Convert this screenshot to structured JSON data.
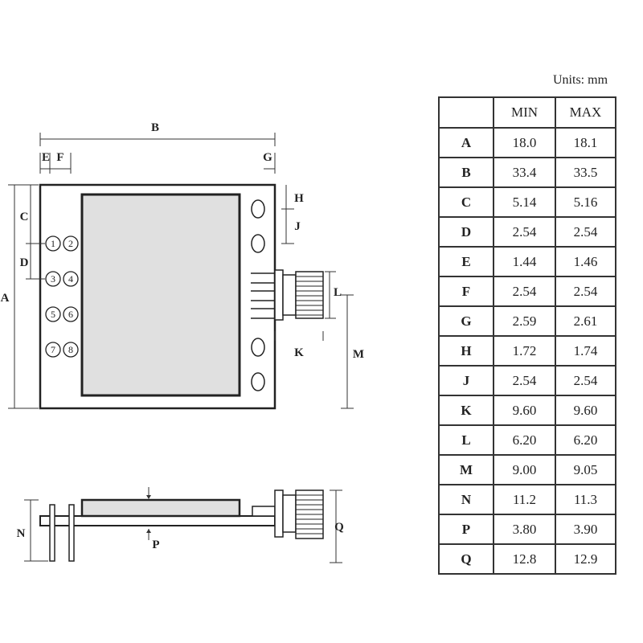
{
  "units_label": "Units: mm",
  "table": {
    "headers": [
      "",
      "MIN",
      "MAX"
    ],
    "rows": [
      {
        "label": "A",
        "min": "18.0",
        "max": "18.1"
      },
      {
        "label": "B",
        "min": "33.4",
        "max": "33.5"
      },
      {
        "label": "C",
        "min": "5.14",
        "max": "5.16"
      },
      {
        "label": "D",
        "min": "2.54",
        "max": "2.54"
      },
      {
        "label": "E",
        "min": "1.44",
        "max": "1.46"
      },
      {
        "label": "F",
        "min": "2.54",
        "max": "2.54"
      },
      {
        "label": "G",
        "min": "2.59",
        "max": "2.61"
      },
      {
        "label": "H",
        "min": "1.72",
        "max": "1.74"
      },
      {
        "label": "J",
        "min": "2.54",
        "max": "2.54"
      },
      {
        "label": "K",
        "min": "9.60",
        "max": "9.60"
      },
      {
        "label": "L",
        "min": "6.20",
        "max": "6.20"
      },
      {
        "label": "M",
        "min": "9.00",
        "max": "9.05"
      },
      {
        "label": "N",
        "min": "11.2",
        "max": "11.3"
      },
      {
        "label": "P",
        "min": "3.80",
        "max": "3.90"
      },
      {
        "label": "Q",
        "min": "12.8",
        "max": "12.9"
      }
    ]
  },
  "drawing": {
    "dimension_labels": {
      "A": "A",
      "B": "B",
      "C": "C",
      "D": "D",
      "E": "E",
      "F": "F",
      "G": "G",
      "H": "H",
      "J": "J",
      "K": "K",
      "L": "L",
      "M": "M",
      "N": "N",
      "P": "P",
      "Q": "Q"
    },
    "pin_numbers": [
      "1",
      "2",
      "3",
      "4",
      "5",
      "6",
      "7",
      "8"
    ]
  }
}
